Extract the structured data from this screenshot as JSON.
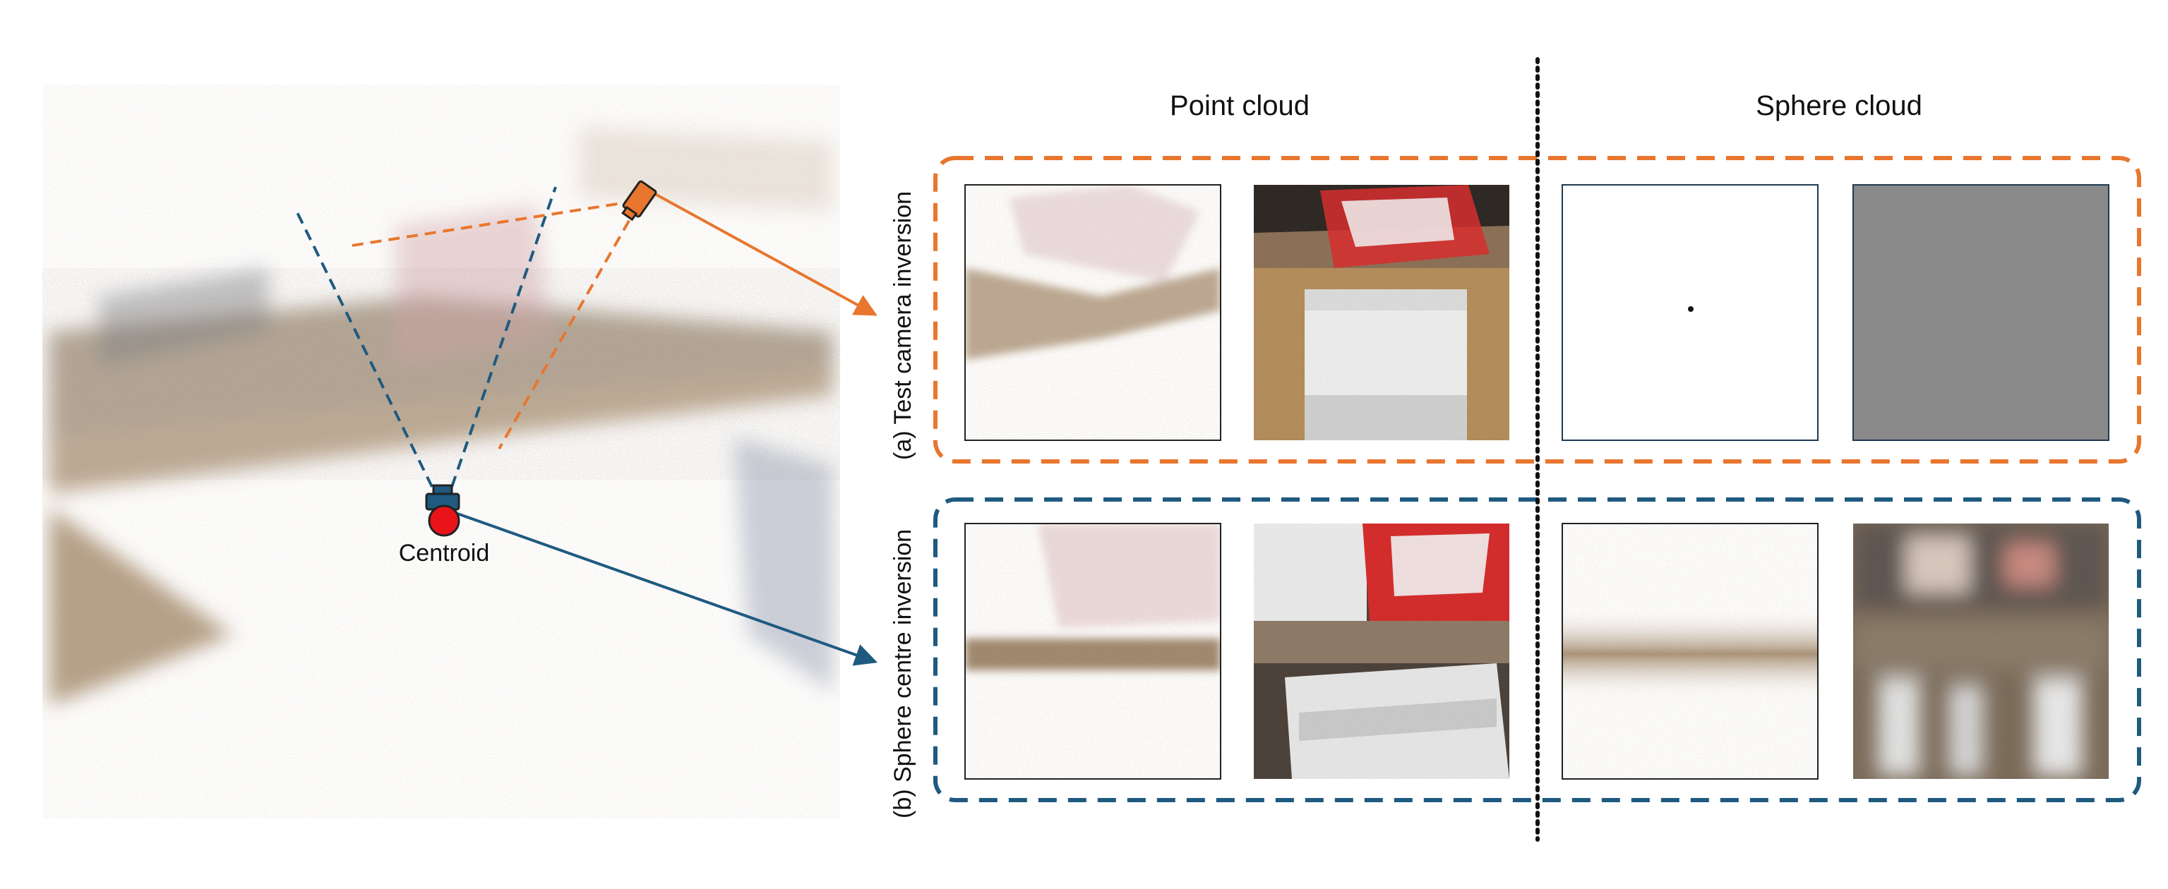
{
  "columns": {
    "point_cloud": "Point cloud",
    "sphere_cloud": "Sphere cloud"
  },
  "rows": {
    "test_camera": "(a) Test camera inversion",
    "sphere_centre": "(b) Sphere centre inversion"
  },
  "scene": {
    "centroid_label": "Centroid"
  },
  "colors": {
    "test_camera": "#e8762e",
    "sphere_centre": "#1f5a80",
    "divider": "#111111",
    "gray_panel": "#8a8a8a",
    "counter_brown": "#b08f6e"
  },
  "icons": [
    "test-camera-icon",
    "centroid-camera-icon",
    "centroid-marker-icon"
  ]
}
